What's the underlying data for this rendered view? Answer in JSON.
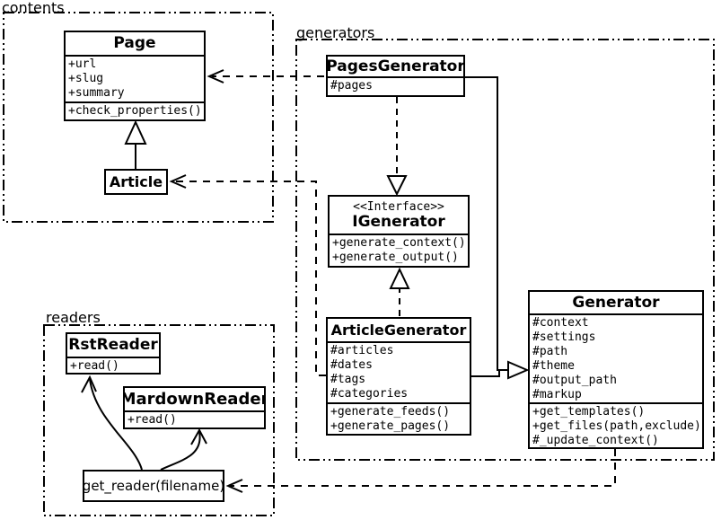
{
  "colors": {
    "stroke": "#000000",
    "background": "#ffffff"
  },
  "packages": {
    "contents": {
      "label": "contents"
    },
    "generators": {
      "label": "generators"
    },
    "readers": {
      "label": "readers"
    }
  },
  "classes": {
    "page": {
      "name": "Page",
      "attributes": [
        "+url",
        "+slug",
        "+summary"
      ],
      "methods": [
        "+check_properties()"
      ]
    },
    "article": {
      "name": "Article"
    },
    "pages_generator": {
      "name": "PagesGenerator",
      "attributes": [
        "#pages"
      ]
    },
    "igenerator": {
      "stereotype": "<<Interface>>",
      "name": "IGenerator",
      "methods": [
        "+generate_context()",
        "+generate_output()"
      ]
    },
    "article_generator": {
      "name": "ArticleGenerator",
      "attributes": [
        "#articles",
        "#dates",
        "#tags",
        "#categories"
      ],
      "methods": [
        "+generate_feeds()",
        "+generate_pages()"
      ]
    },
    "generator": {
      "name": "Generator",
      "attributes": [
        "#context",
        "#settings",
        "#path",
        "#theme",
        "#output_path",
        "#markup"
      ],
      "methods": [
        "+get_templates()",
        "+get_files(path,exclude)",
        "#_update_context()"
      ]
    },
    "rst_reader": {
      "name": "RstReader",
      "methods": [
        "+read()"
      ]
    },
    "mardown_reader": {
      "name": "MardownReader",
      "methods": [
        "+read()"
      ]
    },
    "get_reader": {
      "name": "get_reader(filename)"
    }
  },
  "relationships": [
    {
      "from": "Article",
      "to": "Page",
      "type": "inheritance"
    },
    {
      "from": "PagesGenerator",
      "to": "Page",
      "type": "dependency"
    },
    {
      "from": "ArticleGenerator",
      "to": "Article",
      "type": "dependency"
    },
    {
      "from": "PagesGenerator",
      "to": "IGenerator",
      "type": "realization"
    },
    {
      "from": "ArticleGenerator",
      "to": "IGenerator",
      "type": "realization"
    },
    {
      "from": "PagesGenerator",
      "to": "Generator",
      "type": "inheritance"
    },
    {
      "from": "ArticleGenerator",
      "to": "Generator",
      "type": "inheritance"
    },
    {
      "from": "Generator",
      "to": "get_reader(filename)",
      "type": "dependency"
    },
    {
      "from": "get_reader(filename)",
      "to": "RstReader",
      "type": "arrow"
    },
    {
      "from": "get_reader(filename)",
      "to": "MardownReader",
      "type": "arrow"
    }
  ]
}
